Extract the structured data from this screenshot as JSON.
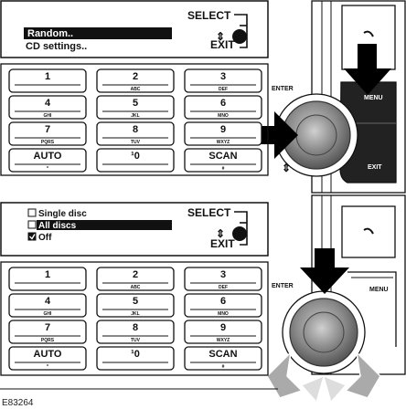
{
  "panel1": {
    "menu_items": [
      "Random..",
      "CD settings.."
    ],
    "select_label": "SELECT",
    "exit_label": "EXIT",
    "enter_label": "ENTER",
    "menu_label": "MENU",
    "exit_button_label": "EXIT"
  },
  "panel2": {
    "options": [
      {
        "label": "Single disc",
        "state": "unchecked"
      },
      {
        "label": "All discs",
        "state": "highlighted"
      },
      {
        "label": "Off",
        "state": "checked"
      }
    ],
    "select_label": "SELECT",
    "exit_label": "EXIT",
    "enter_label": "ENTER",
    "menu_label": "MENU"
  },
  "keypad": [
    {
      "main": "1",
      "sub": ""
    },
    {
      "main": "2",
      "sub": "ABC"
    },
    {
      "main": "3",
      "sub": "DEF"
    },
    {
      "main": "4",
      "sub": "GHI"
    },
    {
      "main": "5",
      "sub": "JKL"
    },
    {
      "main": "6",
      "sub": "MNO"
    },
    {
      "main": "7",
      "sub": "PQRS"
    },
    {
      "main": "8",
      "sub": "TUV"
    },
    {
      "main": "9",
      "sub": "WXYZ"
    },
    {
      "main": "AUTO",
      "sub": "*"
    },
    {
      "main": "¹0",
      "sub": ""
    },
    {
      "main": "SCAN",
      "sub": "#"
    }
  ],
  "figure_id": "E83264",
  "colors": {
    "ink": "#111111",
    "highlight": "#111111",
    "arrow": "#000000",
    "grey_arrow": "#aaaaaa",
    "knob": "#8a8a8a"
  }
}
